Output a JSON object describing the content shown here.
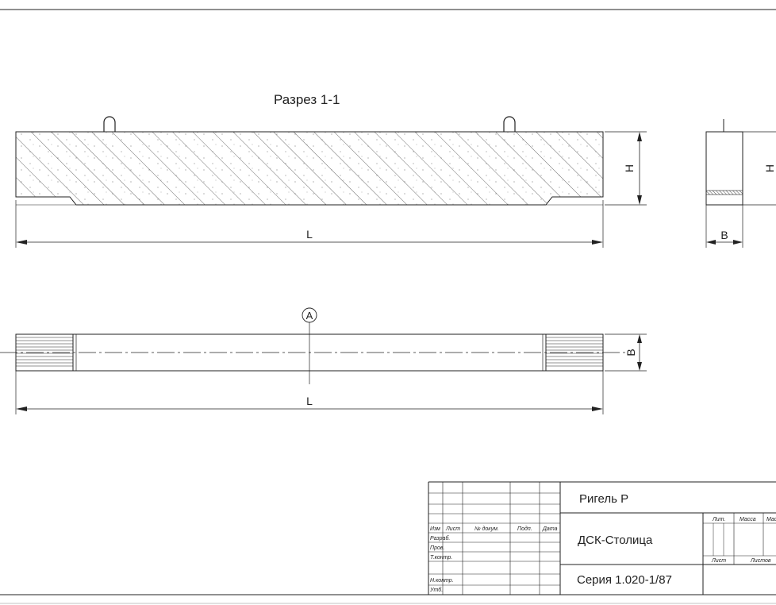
{
  "section_title": "Разрез 1-1",
  "dimensions": {
    "length": "L",
    "height": "H",
    "width": "B"
  },
  "axis_marker": "А",
  "title_block": {
    "product_name": "Ригель Р",
    "organization": "ДСК-Столица",
    "series": "Серия 1.020-1/87",
    "columns": {
      "change": "Изм",
      "sheet": "Лист",
      "doc_number": "№ докум.",
      "signature": "Подп.",
      "date": "Дата"
    },
    "roles": {
      "developer": "Разраб.",
      "checker": "Пров.",
      "tech_control": "Т.контр.",
      "norm_control": "Н.контр.",
      "approved": "Утб."
    },
    "right_headers": {
      "letter": "Лит.",
      "mass": "Масса",
      "scale": "Масштаб",
      "sheet": "Лист",
      "sheets": "Листов"
    }
  }
}
